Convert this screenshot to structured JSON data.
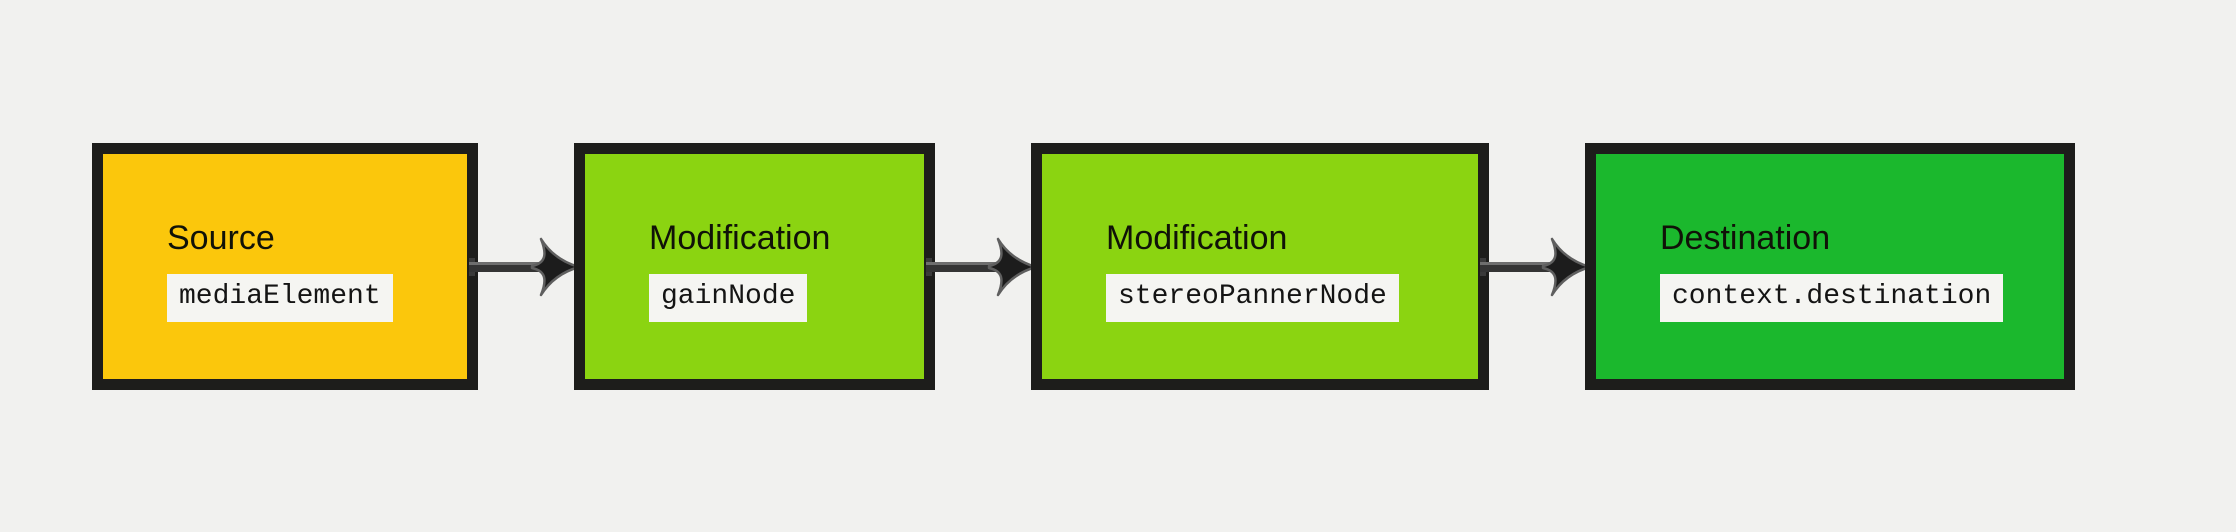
{
  "diagram": {
    "type": "flow",
    "direction": "left-to-right",
    "background": "#f1f1ef",
    "node_border_color": "#1d1d1b",
    "chip_background": "#f5f5f2",
    "arrow_color": "#1c1c1c",
    "arrow_shaft_color": "#3a3a3a",
    "arrow_shaft_highlight": "#6e6e6e",
    "arrow_outline_color": "#5f5f5f"
  },
  "nodes": [
    {
      "label": "Source",
      "code": "mediaElement",
      "fill": "#fbc70c"
    },
    {
      "label": "Modification",
      "code": "gainNode",
      "fill": "#8bd411"
    },
    {
      "label": "Modification",
      "code": "stereoPannerNode",
      "fill": "#8bd411"
    },
    {
      "label": "Destination",
      "code": "context.destination",
      "fill": "#1bb82d"
    }
  ]
}
